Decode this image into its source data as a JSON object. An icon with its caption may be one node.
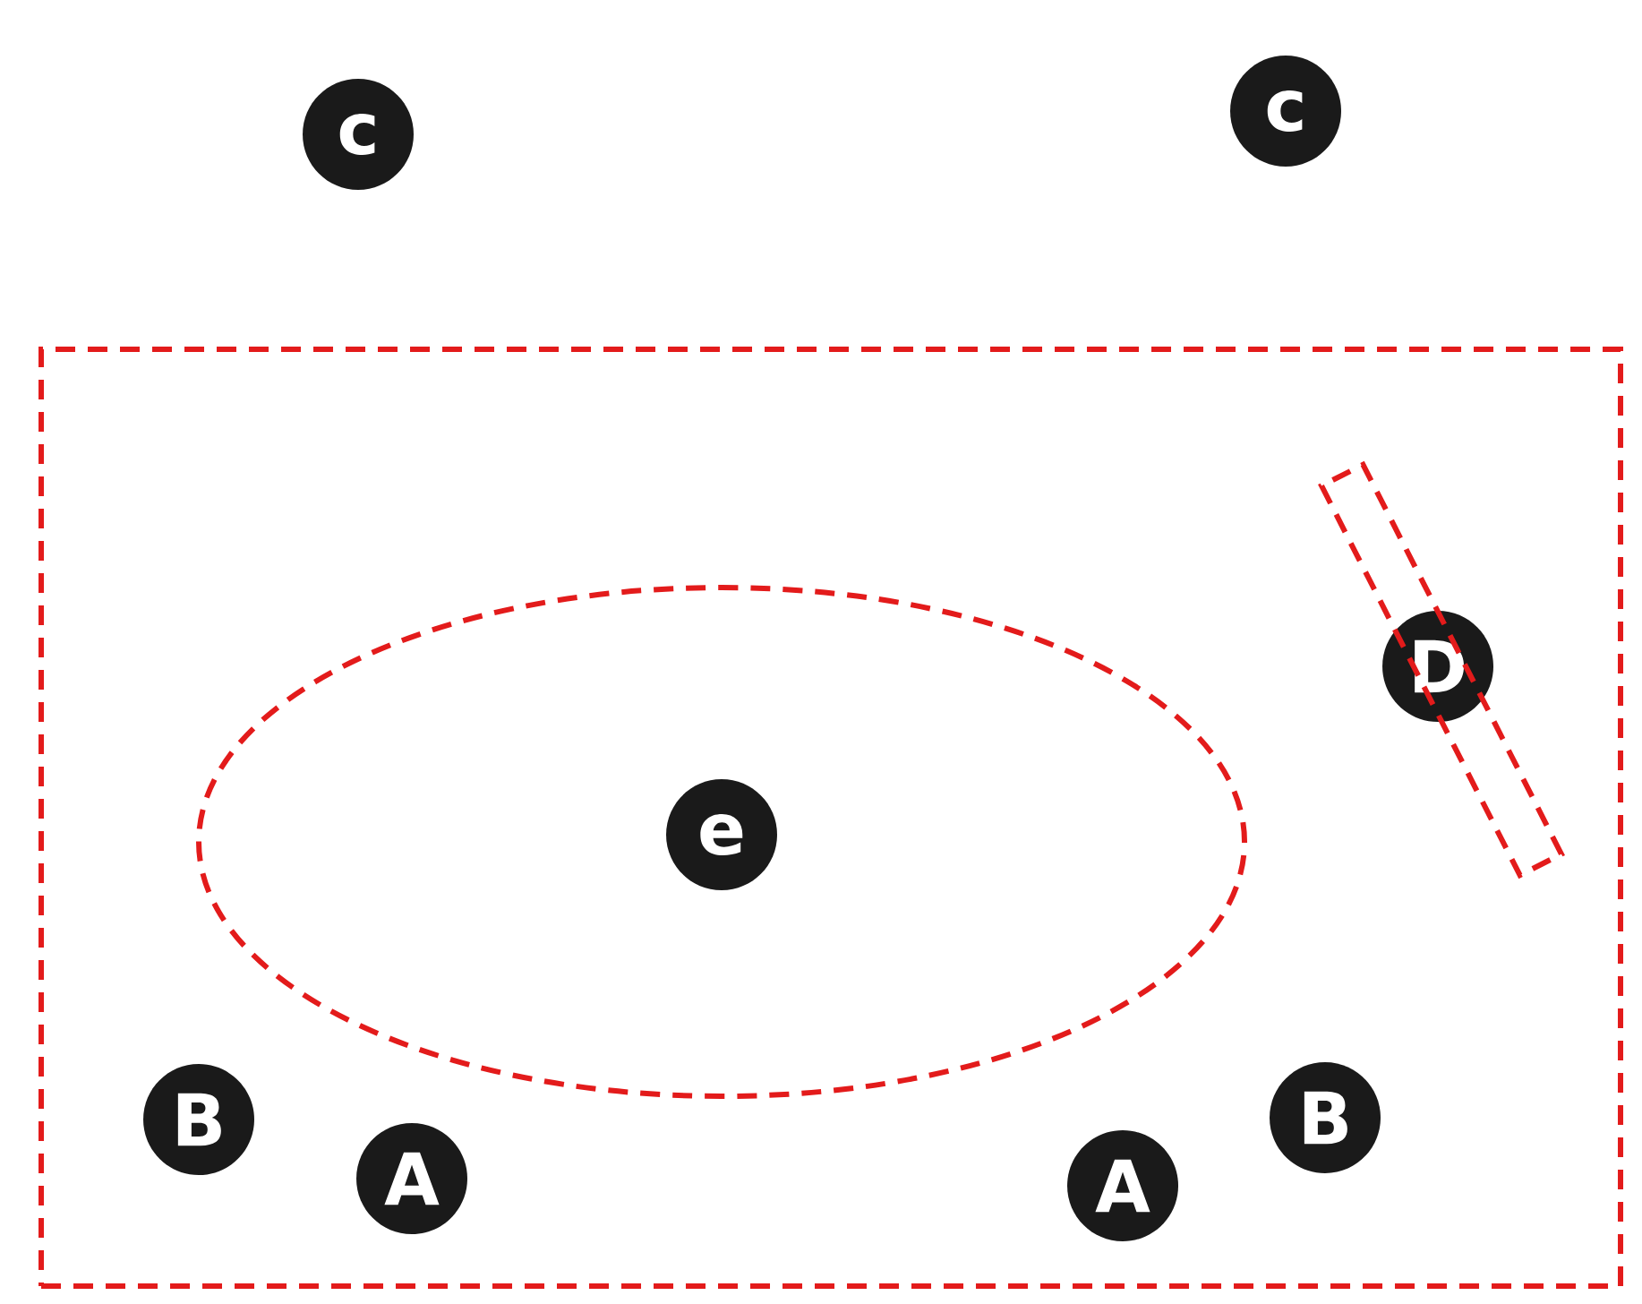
{
  "diagram": {
    "nodes": [
      {
        "text": [
          "c"
        ]
      },
      {
        "text": [
          "c"
        ]
      },
      {
        "text": [],
        "shape": "box"
      },
      {
        "text": [],
        "shape": "bar",
        "in": 2
      },
      {
        "text": [
          "D"
        ],
        "in": 3
      },
      {
        "text": [],
        "shape": "ellipse",
        "in": 2
      },
      {
        "text": [
          "e"
        ],
        "in": 5
      },
      {
        "text": [
          "B"
        ],
        "in": 2
      },
      {
        "text": [
          "A"
        ],
        "in": 2
      },
      {
        "text": [
          "A"
        ],
        "in": 2
      },
      {
        "text": [
          "B"
        ],
        "in": 2
      }
    ]
  }
}
